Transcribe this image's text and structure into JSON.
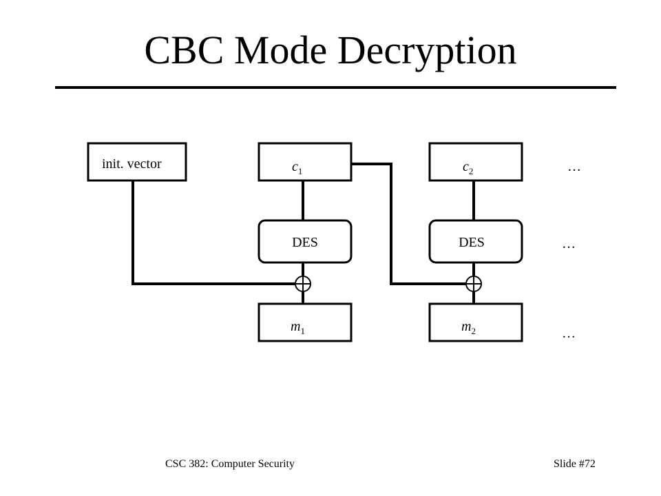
{
  "slide": {
    "title": "CBC Mode Decryption",
    "footer_course": "CSC 382: Computer Security",
    "footer_slide": "Slide #72"
  },
  "diagram": {
    "iv_label": "init. vector",
    "cipher_blocks": [
      {
        "var": "c",
        "sub": "1"
      },
      {
        "var": "c",
        "sub": "2"
      }
    ],
    "cipher_labels": [
      "DES",
      "DES"
    ],
    "message_blocks": [
      {
        "var": "m",
        "sub": "1"
      },
      {
        "var": "m",
        "sub": "2"
      }
    ],
    "xor_symbol": "⊕",
    "ellipsis": "…"
  }
}
